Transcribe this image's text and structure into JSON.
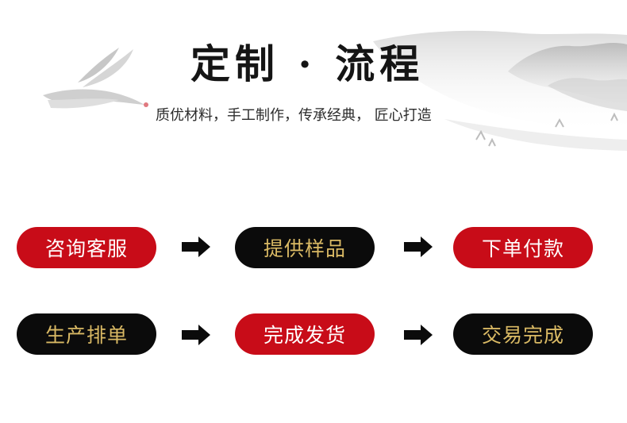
{
  "header": {
    "title": "定制 · 流程",
    "subtitle": "质优材料，手工制作，传承经典， 匠心打造"
  },
  "steps": [
    {
      "label": "咨询客服",
      "style": "red"
    },
    {
      "label": "提供样品",
      "style": "black"
    },
    {
      "label": "下单付款",
      "style": "red"
    },
    {
      "label": "生产排单",
      "style": "black"
    },
    {
      "label": "完成发货",
      "style": "red"
    },
    {
      "label": "交易完成",
      "style": "black"
    }
  ],
  "arrows": [
    {
      "icon": "arrow-right-icon"
    },
    {
      "icon": "arrow-right-icon"
    },
    {
      "icon": "arrow-right-icon"
    },
    {
      "icon": "arrow-right-icon"
    }
  ],
  "colors": {
    "red": "#c80c18",
    "black": "#0b0b0b",
    "gold_text": "#d9b964",
    "white_text": "#ffffff"
  }
}
